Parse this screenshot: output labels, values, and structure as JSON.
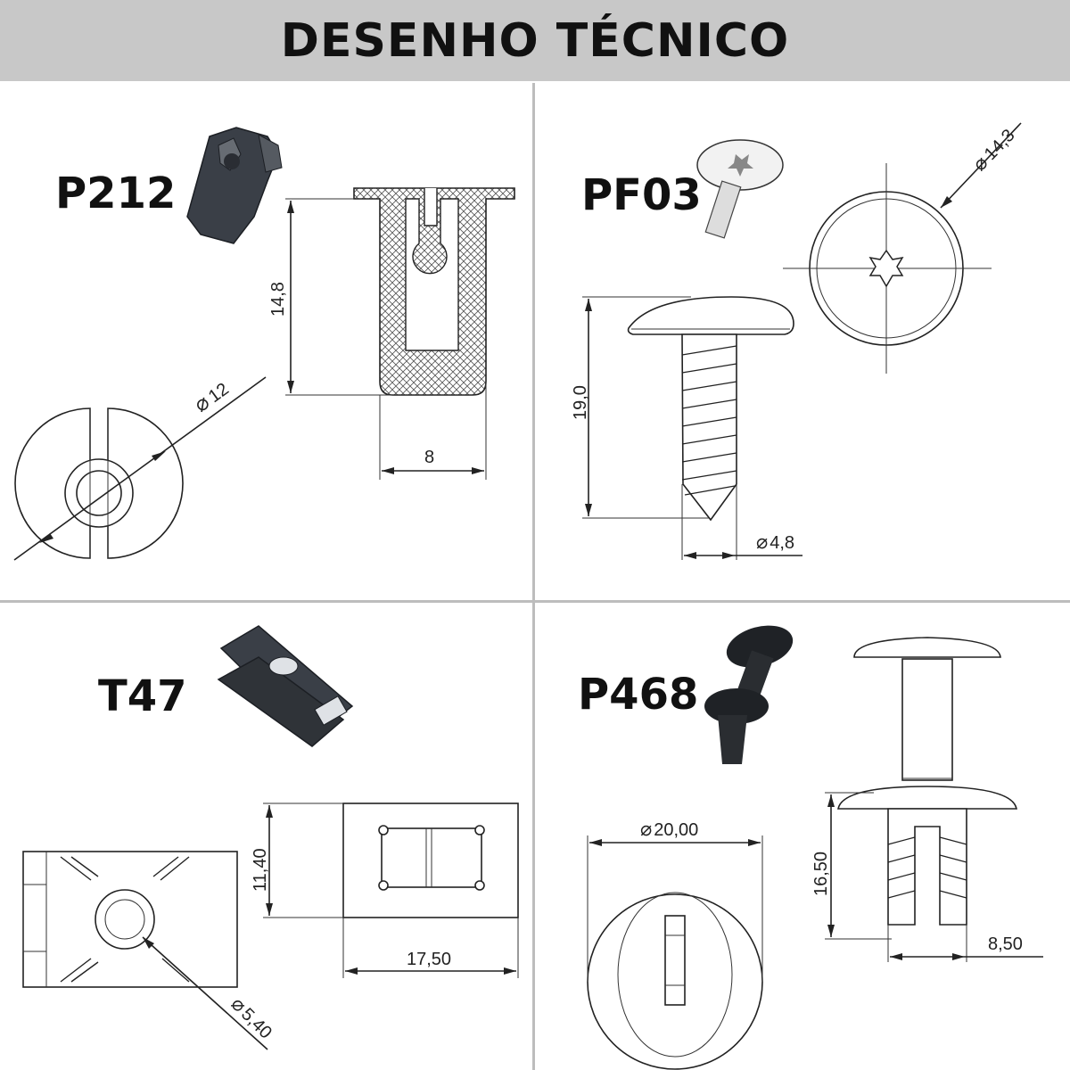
{
  "title": "DESENHO TÉCNICO",
  "parts": {
    "p212": {
      "code": "P212",
      "height": "14,8",
      "width": "8",
      "diameter": "12"
    },
    "pf03": {
      "code": "PF03",
      "head_diameter": "14,3",
      "length": "19,0",
      "shank_diameter": "4,8"
    },
    "t47": {
      "code": "T47",
      "height": "11,40",
      "width": "17,50",
      "hole_diameter": "5,40"
    },
    "p468": {
      "code": "P468",
      "head_diameter": "20,00",
      "length": "16,50",
      "shank_width": "8,50"
    }
  }
}
